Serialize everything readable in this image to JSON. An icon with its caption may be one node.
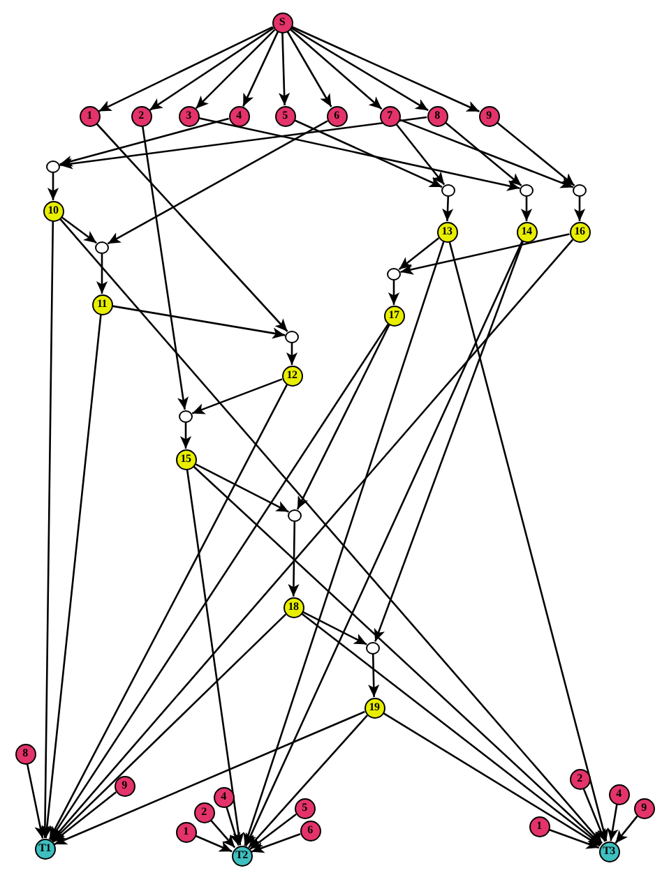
{
  "diagram": {
    "nodes": [
      {
        "text": [
          "S"
        ]
      },
      {
        "text": [
          "1"
        ]
      },
      {
        "text": [
          "2"
        ]
      },
      {
        "text": [
          "3"
        ]
      },
      {
        "text": [
          "4"
        ]
      },
      {
        "text": [
          "5"
        ]
      },
      {
        "text": [
          "6"
        ]
      },
      {
        "text": [
          "7"
        ]
      },
      {
        "text": [
          "8"
        ]
      },
      {
        "text": [
          "9"
        ]
      },
      {
        "text": [],
        "shape": "circle"
      },
      {
        "text": [],
        "shape": "circle"
      },
      {
        "text": [],
        "shape": "circle"
      },
      {
        "text": [],
        "shape": "circle"
      },
      {
        "text": [
          "10"
        ]
      },
      {
        "text": [
          "13"
        ]
      },
      {
        "text": [
          "14"
        ]
      },
      {
        "text": [
          "16"
        ]
      },
      {
        "text": [],
        "shape": "circle"
      },
      {
        "text": [],
        "shape": "circle"
      },
      {
        "text": [
          "11"
        ]
      },
      {
        "text": [
          "17"
        ]
      },
      {
        "text": [],
        "shape": "circle"
      },
      {
        "text": [
          "12"
        ]
      },
      {
        "text": [],
        "shape": "circle"
      },
      {
        "text": [
          "15"
        ]
      },
      {
        "text": [],
        "shape": "circle"
      },
      {
        "text": [
          "18"
        ]
      },
      {
        "text": [],
        "shape": "circle"
      },
      {
        "text": [
          "19"
        ]
      },
      {
        "text": [
          "8"
        ]
      },
      {
        "text": [
          "9"
        ]
      },
      {
        "text": [
          "2"
        ]
      },
      {
        "text": [
          "4"
        ]
      },
      {
        "text": [
          "4"
        ]
      },
      {
        "text": [
          "5"
        ]
      },
      {
        "text": [
          "9"
        ]
      },
      {
        "text": [
          "2"
        ]
      },
      {
        "text": [
          "1"
        ]
      },
      {
        "text": [
          "1"
        ]
      },
      {
        "text": [
          "6"
        ]
      },
      {
        "text": [
          "T1"
        ]
      },
      {
        "text": [
          "T3"
        ]
      },
      {
        "text": [
          "T2"
        ]
      }
    ],
    "edges": [
      {
        "from": 0,
        "to": 1,
        "arrow": "to"
      },
      {
        "from": 0,
        "to": 2,
        "arrow": "to"
      },
      {
        "from": 0,
        "to": 3,
        "arrow": "to"
      },
      {
        "from": 0,
        "to": 4,
        "arrow": "to"
      },
      {
        "from": 0,
        "to": 5,
        "arrow": "to"
      },
      {
        "from": 0,
        "to": 6,
        "arrow": "to"
      },
      {
        "from": 0,
        "to": 7,
        "arrow": "to"
      },
      {
        "from": 0,
        "to": 8,
        "arrow": "to"
      },
      {
        "from": 0,
        "to": 9,
        "arrow": "to"
      },
      {
        "from": 4,
        "to": 10,
        "arrow": "to"
      },
      {
        "from": 8,
        "to": 10,
        "arrow": "to"
      },
      {
        "from": 10,
        "to": 14,
        "arrow": "to"
      },
      {
        "from": 6,
        "to": 18,
        "arrow": "to"
      },
      {
        "from": 14,
        "to": 18,
        "arrow": "to"
      },
      {
        "from": 18,
        "to": 20,
        "arrow": "to"
      },
      {
        "from": 1,
        "to": 22,
        "arrow": "to"
      },
      {
        "from": 20,
        "to": 22,
        "arrow": "to"
      },
      {
        "from": 22,
        "to": 23,
        "arrow": "to"
      },
      {
        "from": 2,
        "to": 24,
        "arrow": "to"
      },
      {
        "from": 23,
        "to": 24,
        "arrow": "to"
      },
      {
        "from": 24,
        "to": 25,
        "arrow": "to"
      },
      {
        "from": 5,
        "to": 11,
        "arrow": "to"
      },
      {
        "from": 7,
        "to": 11,
        "arrow": "to"
      },
      {
        "from": 11,
        "to": 15,
        "arrow": "to"
      },
      {
        "from": 3,
        "to": 12,
        "arrow": "to"
      },
      {
        "from": 8,
        "to": 12,
        "arrow": "to"
      },
      {
        "from": 12,
        "to": 16,
        "arrow": "to"
      },
      {
        "from": 7,
        "to": 13,
        "arrow": "to"
      },
      {
        "from": 9,
        "to": 13,
        "arrow": "to"
      },
      {
        "from": 13,
        "to": 17,
        "arrow": "to"
      },
      {
        "from": 15,
        "to": 19,
        "arrow": "to"
      },
      {
        "from": 17,
        "to": 19,
        "arrow": "to"
      },
      {
        "from": 19,
        "to": 21,
        "arrow": "to"
      },
      {
        "from": 25,
        "to": 26,
        "arrow": "to"
      },
      {
        "from": 21,
        "to": 26,
        "arrow": "to"
      },
      {
        "from": 26,
        "to": 27,
        "arrow": "to"
      },
      {
        "from": 27,
        "to": 28,
        "arrow": "to"
      },
      {
        "from": 16,
        "to": 28,
        "arrow": "to"
      },
      {
        "from": 28,
        "to": 29,
        "arrow": "to"
      },
      {
        "from": 14,
        "to": 41,
        "arrow": "to"
      },
      {
        "from": 20,
        "to": 41,
        "arrow": "to"
      },
      {
        "from": 23,
        "to": 41,
        "arrow": "to"
      },
      {
        "from": 21,
        "to": 41,
        "arrow": "to"
      },
      {
        "from": 17,
        "to": 41,
        "arrow": "to"
      },
      {
        "from": 27,
        "to": 41,
        "arrow": "to"
      },
      {
        "from": 29,
        "to": 41,
        "arrow": "to"
      },
      {
        "from": 30,
        "to": 41,
        "arrow": "to"
      },
      {
        "from": 31,
        "to": 41,
        "arrow": "to"
      },
      {
        "from": 25,
        "to": 43,
        "arrow": "to"
      },
      {
        "from": 15,
        "to": 43,
        "arrow": "to"
      },
      {
        "from": 16,
        "to": 43,
        "arrow": "to"
      },
      {
        "from": 29,
        "to": 43,
        "arrow": "to"
      },
      {
        "from": 33,
        "to": 43,
        "arrow": "to"
      },
      {
        "from": 35,
        "to": 43,
        "arrow": "to"
      },
      {
        "from": 37,
        "to": 43,
        "arrow": "to"
      },
      {
        "from": 39,
        "to": 43,
        "arrow": "to"
      },
      {
        "from": 40,
        "to": 43,
        "arrow": "to"
      },
      {
        "from": 14,
        "to": 42,
        "arrow": "to"
      },
      {
        "from": 25,
        "to": 42,
        "arrow": "to"
      },
      {
        "from": 27,
        "to": 42,
        "arrow": "to"
      },
      {
        "from": 29,
        "to": 42,
        "arrow": "to"
      },
      {
        "from": 15,
        "to": 42,
        "arrow": "to"
      },
      {
        "from": 32,
        "to": 42,
        "arrow": "to"
      },
      {
        "from": 34,
        "to": 42,
        "arrow": "to"
      },
      {
        "from": 36,
        "to": 42,
        "arrow": "to"
      },
      {
        "from": 38,
        "to": 42,
        "arrow": "to"
      }
    ]
  }
}
